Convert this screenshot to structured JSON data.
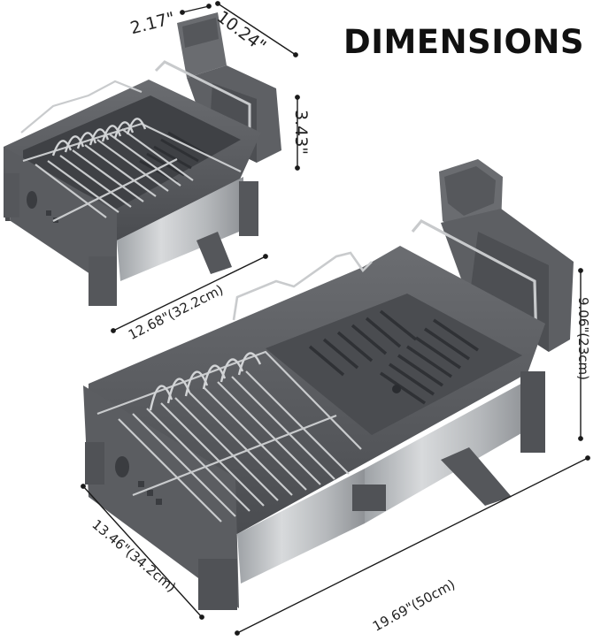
{
  "title": "DIMENSIONS",
  "dimensions": {
    "small_rack_depth": "2.17\"",
    "small_rack_length": "10.24\"",
    "small_rack_height": "3.43\"",
    "small_rack_width": "12.68\"(32.2cm)",
    "large_rack_height": "9.06\"(23cm)",
    "large_rack_width": "13.46\"(34.2cm)",
    "large_rack_length": "19.69\"(50cm)"
  },
  "colors": {
    "plastic_gray": "#5d5f63",
    "plastic_dark": "#45474b",
    "stainless": "#b9bcbf",
    "wire": "#c9cbcd",
    "dimension_line": "#1a1a1a"
  }
}
